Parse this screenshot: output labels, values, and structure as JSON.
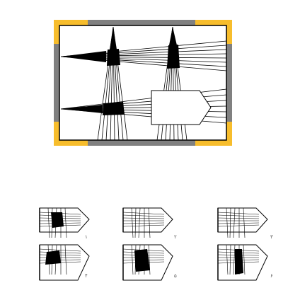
{
  "puzzle": {
    "frame_colors": {
      "corner": "#f7bd2c",
      "side": "#808080",
      "border": "#000000"
    },
    "options": [
      {
        "id": "option-1",
        "label": "۱"
      },
      {
        "id": "option-2",
        "label": "۲"
      },
      {
        "id": "option-3",
        "label": "۳"
      },
      {
        "id": "option-4",
        "label": "۴"
      },
      {
        "id": "option-5",
        "label": "۵"
      },
      {
        "id": "option-6",
        "label": "۶"
      }
    ]
  }
}
